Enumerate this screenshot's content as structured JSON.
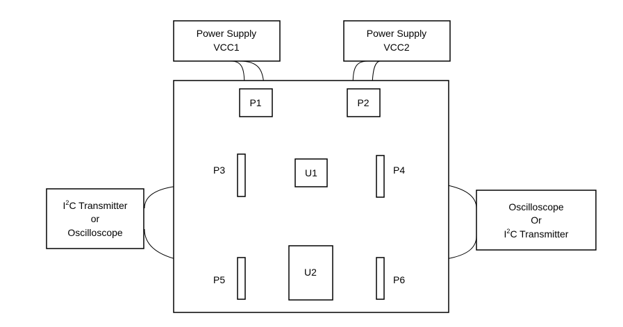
{
  "supply1": {
    "line1": "Power Supply",
    "line2": "VCC1"
  },
  "supply2": {
    "line1": "Power Supply",
    "line2": "VCC2"
  },
  "ports": {
    "p1": "P1",
    "p2": "P2",
    "p3": "P3",
    "p4": "P4",
    "p5": "P5",
    "p6": "P6"
  },
  "chips": {
    "u1": "U1",
    "u2": "U2"
  },
  "left_device": {
    "line1_prefix": "I",
    "line1_sup": "2",
    "line1_rest": "C Transmitter",
    "line2": "or",
    "line3": "Oscilloscope"
  },
  "right_device": {
    "line1": "Oscilloscope",
    "line2": "Or",
    "line3_prefix": "I",
    "line3_sup": "2",
    "line3_rest": "C Transmitter"
  }
}
